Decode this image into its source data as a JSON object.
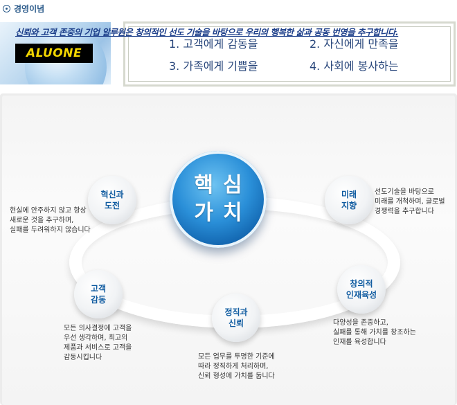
{
  "section": {
    "title": "경영이념"
  },
  "logo": {
    "text": "ALUONE"
  },
  "mottos": [
    "1. 고객에게 감동을",
    "2. 자신에게 만족을",
    "3. 가족에게 기쁨을",
    "4. 사회에 봉사하는"
  ],
  "headline": "신뢰와 고객 존중의 기업 알루원은 창의적인 선도 기술을 바탕으로 우리의 행복한 삶과 공동 번영을 추구합니다.",
  "core": {
    "line1": "핵심",
    "line2": "가치"
  },
  "values": {
    "innovation": {
      "label": "혁신과\n도전",
      "desc": "현실에 안주하지 않고 항상\n새로운 것을 추구하며,\n실패를 두려워하지 않습니다"
    },
    "future": {
      "label": "미래\n지향",
      "desc": "선도기술을 바탕으로\n미래를 개척하며, 글로벌\n경쟁력을 추구합니다"
    },
    "customer": {
      "label": "고객\n감동",
      "desc": "모든 의사결정에 고객을\n우선 생각하며, 최고의\n제품과 서비스로 고객을\n감동시킵니다"
    },
    "integrity": {
      "label": "정직과\n신뢰",
      "desc": "모든 업무를 투명한 기준에\n따라 정직하게 처리하며,\n신뢰 형성에 가치를 둡니다"
    },
    "talent": {
      "label": "창의적\n인재육성",
      "desc": "다양성을 존중하고,\n실패를 통해 가치를 창조하는\n인재를 육성합니다"
    }
  }
}
